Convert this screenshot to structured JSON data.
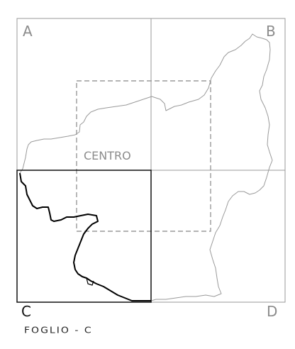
{
  "labels": {
    "sheet_a": "A",
    "sheet_b": "B",
    "sheet_c": "C",
    "sheet_d": "D",
    "centro": "CENTRO"
  },
  "caption": "FOGLIO - C",
  "colors": {
    "grid": "#9a9a9a",
    "outline": "#9a9a9a",
    "highlight_frame": "#111111",
    "highlight_border": "#000000",
    "label_gray": "#8c8c8c"
  }
}
